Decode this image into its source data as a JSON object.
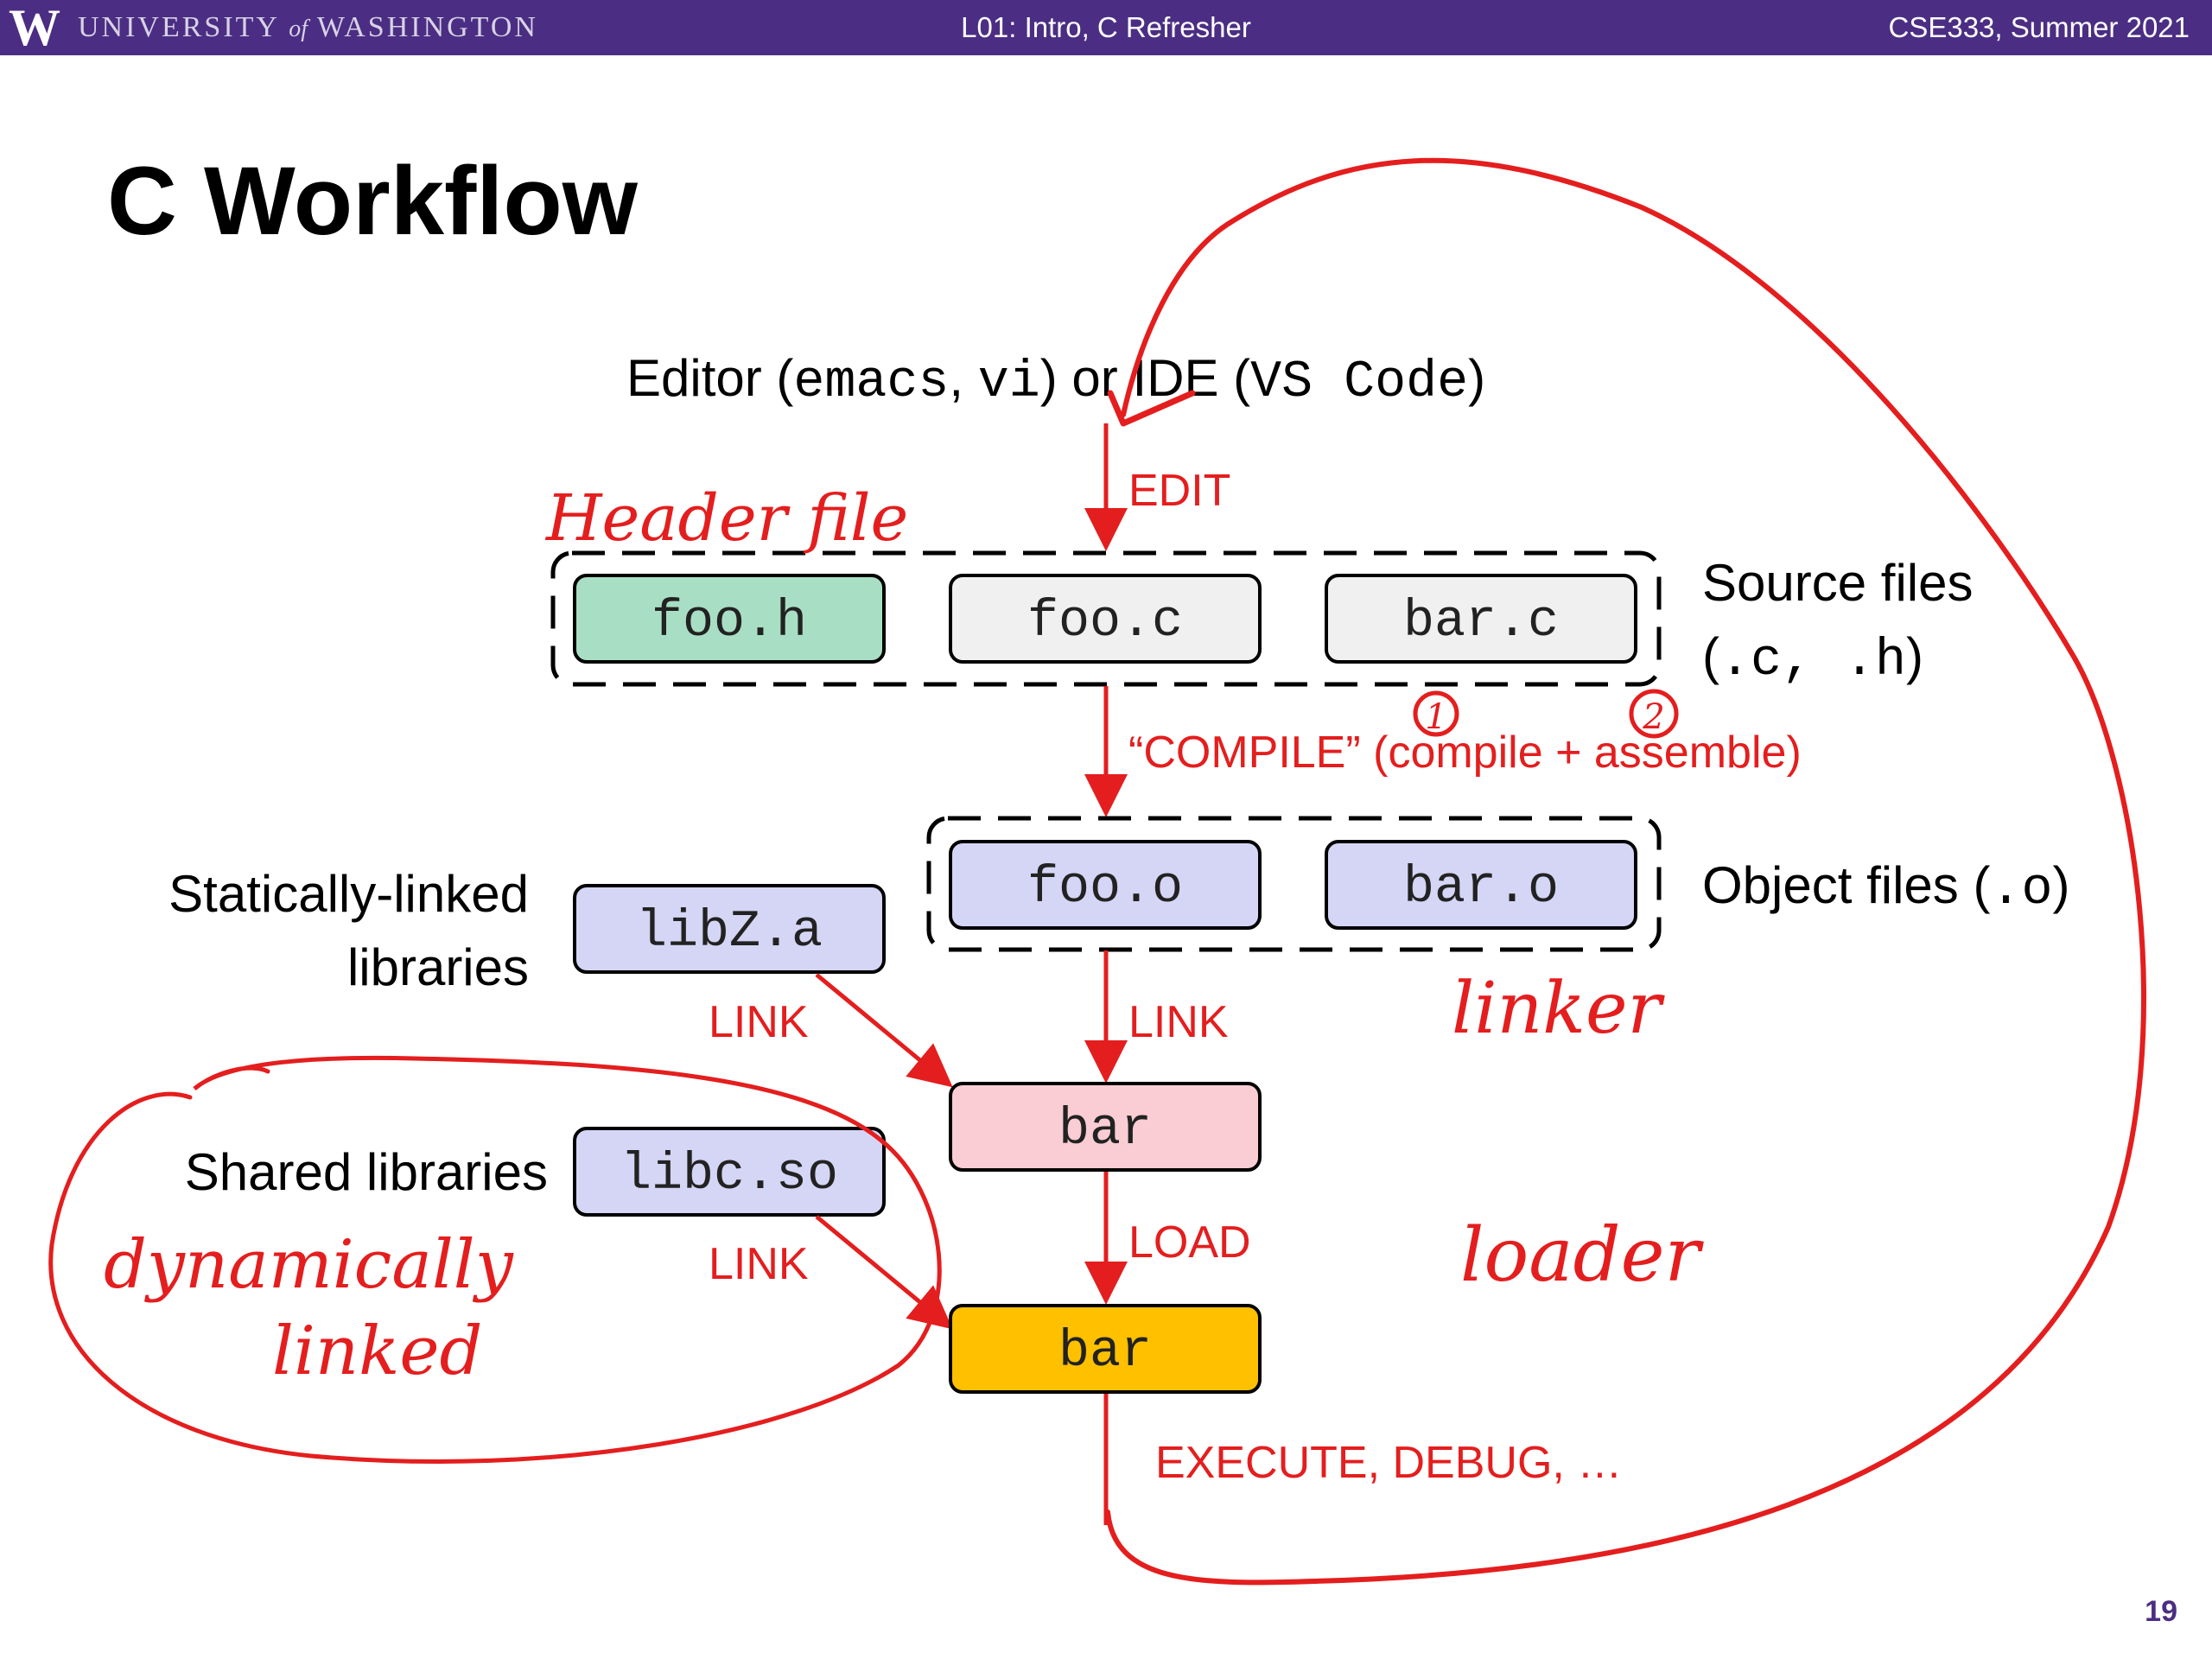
{
  "header": {
    "logo_letter": "W",
    "university_pre": "UNIVERSITY",
    "university_of": "of",
    "university_post": "WASHINGTON",
    "lecture": "L01:  Intro, C Refresher",
    "course": "CSE333, Summer 2021"
  },
  "slide": {
    "title": "C Workflow",
    "page_number": "19"
  },
  "diagram": {
    "editor_prefix": "Editor (",
    "editor_code1": "emacs",
    "editor_sep": ", ",
    "editor_code2": "vi",
    "editor_mid": ") or IDE (",
    "editor_code3": "VS Code",
    "editor_suffix": ")",
    "edit_label": "EDIT",
    "source_files": [
      "foo.h",
      "foo.c",
      "bar.c"
    ],
    "source_label_line1": "Source files",
    "source_label_line2_open": "(",
    "source_label_line2_code": ".c, .h",
    "source_label_line2_close": ")",
    "compile_label": "“COMPILE” (compile + assemble)",
    "object_files": [
      "foo.o",
      "bar.o"
    ],
    "object_label_prefix": "Object files (",
    "object_label_code": ".o",
    "object_label_suffix": ")",
    "static_label_line1": "Statically-linked",
    "static_label_line2": "libraries",
    "static_lib": "libZ.a",
    "link_static": "LINK",
    "link_main": "LINK",
    "bar_linked": "bar",
    "shared_label": "Shared libraries",
    "shared_lib": "libc.so",
    "link_shared": "LINK",
    "load_label": "LOAD",
    "bar_loaded": "bar",
    "execute_label": "EXECUTE, DEBUG, …"
  },
  "annotations": {
    "header_file": "Header file",
    "num1": "1",
    "num2": "2",
    "linker": "linker",
    "loader": "loader",
    "dynamically": "dynamically",
    "linked": "linked"
  },
  "colors": {
    "header_bar": "#4b2e83",
    "red": "#e41e1e",
    "header_box": "#a8dfc4",
    "source_box": "#f0f0f0",
    "object_box": "#d5d5f5",
    "linked_box": "#f9cdd3",
    "loaded_box": "#ffc000"
  }
}
